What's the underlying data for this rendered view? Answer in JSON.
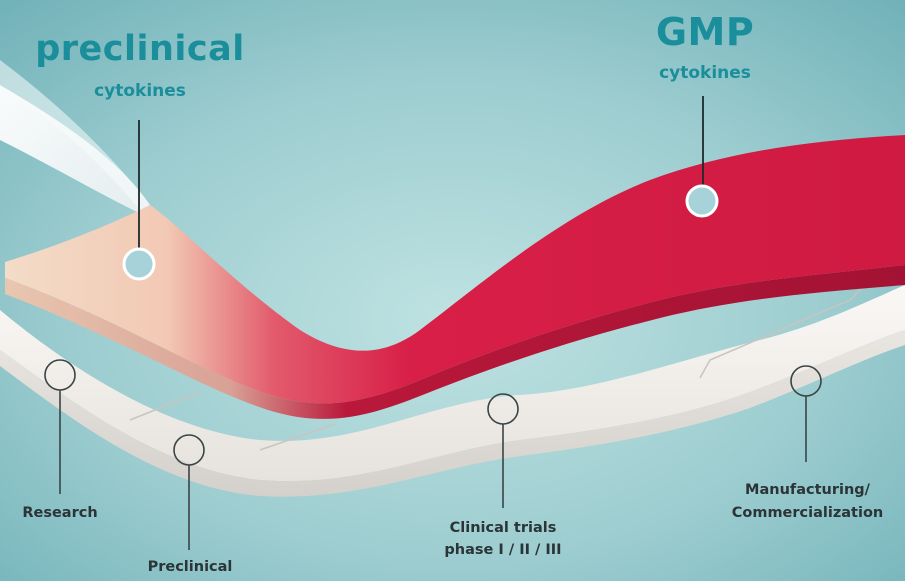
{
  "top_labels": {
    "preclinical": {
      "title": "preclinical",
      "subtitle": "cytokines"
    },
    "gmp": {
      "title": "GMP",
      "subtitle": "cytokines"
    }
  },
  "stages": {
    "research": "Research",
    "preclinical": "Preclinical",
    "clinical_trials": {
      "line1": "Clinical trials",
      "line2": "phase I / II / III"
    },
    "manufacturing": {
      "line1": "Manufacturing/",
      "line2": "Commercialization"
    }
  },
  "colors": {
    "label_teal": "#1a8e9a",
    "band_red": "#d41c45",
    "band_white": "#f3efea",
    "background": "#a9d4d6",
    "marker_fill": "#a8d2da"
  }
}
